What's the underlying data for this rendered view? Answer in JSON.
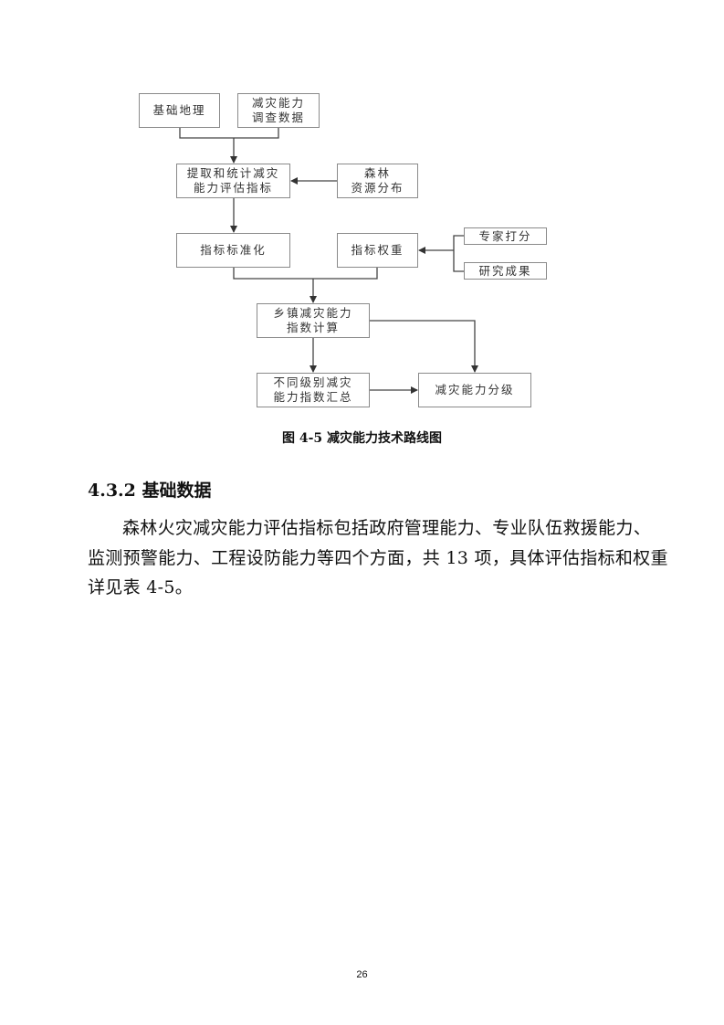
{
  "figure": {
    "boxes": {
      "basic_geo": "基础地理",
      "survey_data": "减灾能力\n调查数据",
      "extract": "提取和统计减灾\n能力评估指标",
      "forest": "森林\n资源分布",
      "standardize": "指标标准化",
      "weight": "指标权重",
      "expert": "专家打分",
      "research": "研究成果",
      "township": "乡镇减灾能力\n指数计算",
      "levels": "不同级别减灾\n能力指数汇总",
      "grading": "减灾能力分级"
    },
    "caption": "图 4-5 减灾能力技术路线图"
  },
  "section": {
    "heading": "4.3.2 基础数据",
    "paragraph_lines": [
      "森林火灾减灾能力评估指标包括政府管理能力、专业队伍救援能力、",
      "监测预警能力、工程设防能力等四个方面，共 13 项，具体评估指标和权重",
      "详见表 4-5。"
    ]
  },
  "page_number": "26"
}
